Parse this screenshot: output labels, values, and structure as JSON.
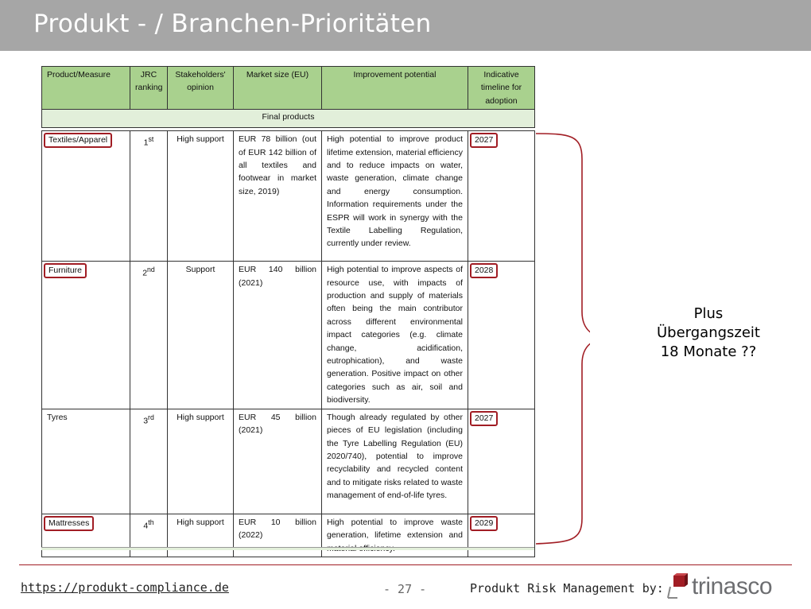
{
  "slide": {
    "title": "Produkt - / Branchen-Prioritäten",
    "note_lines": [
      "Plus",
      "Übergangszeit",
      "18 Monate ??"
    ]
  },
  "table": {
    "headers": [
      "Product/Measure",
      "JRC ranking",
      "Stakeholders' opinion",
      "Market size (EU)",
      "Improvement potential",
      "Indicative timeline for adoption"
    ],
    "section_label": "Final products",
    "rows": [
      {
        "product": "Textiles/Apparel",
        "rank_num": "1",
        "rank_suffix": "st",
        "opinion": "High support",
        "market_size": "EUR 78 billion (out of EUR 142 billion of all textiles and footwear in market size, 2019)",
        "potential": "High potential to improve product lifetime extension, material efficiency and to reduce impacts on water, waste generation, climate change and energy consumption. Information requirements under the ESPR will work in synergy with the Textile Labelling Regulation, currently under review.",
        "timeline": "2027"
      },
      {
        "product": "Furniture",
        "rank_num": "2",
        "rank_suffix": "nd",
        "opinion": "Support",
        "market_size": "EUR 140 billion (2021)",
        "potential": "High potential to improve aspects of resource use, with impacts of production and supply of materials often being the main contributor across different environmental impact categories (e.g. climate change, acidification, eutrophication), and waste generation. Positive impact on other categories such as air, soil and biodiversity.",
        "timeline": "2028"
      },
      {
        "product": "Tyres",
        "rank_num": "3",
        "rank_suffix": "rd",
        "opinion": "High support",
        "market_size": "EUR 45 billion (2021)",
        "potential": "Though already regulated by other pieces of EU legislation (including the Tyre Labelling Regulation (EU) 2020/740), potential to improve recyclability and recycled content and to mitigate risks related to waste management of end-of-life tyres.",
        "timeline": "2027"
      },
      {
        "product": "Mattresses",
        "rank_num": "4",
        "rank_suffix": "th",
        "opinion": "High support",
        "market_size": "EUR 10 billion (2022)",
        "potential": "High potential to improve waste generation, lifetime extension and material efficiency.",
        "timeline": "2029"
      }
    ]
  },
  "footer": {
    "url": "https://produkt-compliance.de",
    "page": "- 27 -",
    "credit": "Produkt Risk Management by:",
    "logo_text_a": "tri",
    "logo_text_b": "nasco"
  },
  "colors": {
    "title_bar": "#a6a6a6",
    "header_green": "#a9d18e",
    "section_green": "#e2efda",
    "highlight_red": "#a11d24"
  }
}
